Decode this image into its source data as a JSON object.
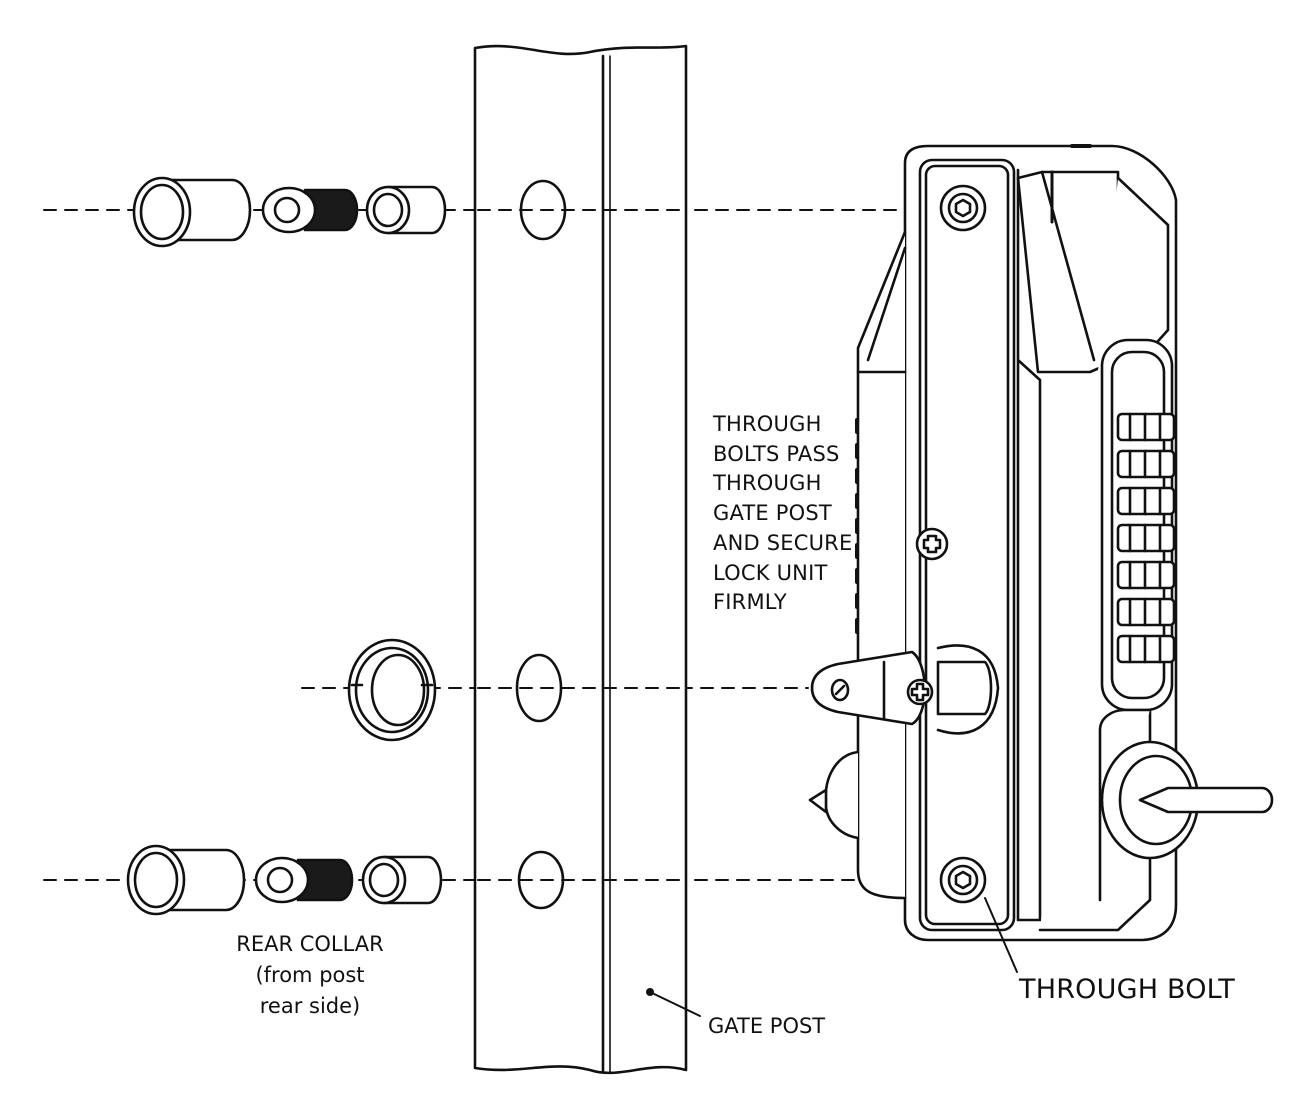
{
  "labels": {
    "note_lines": [
      "THROUGH",
      "BOLTS PASS",
      "THROUGH",
      "GATE POST",
      "AND SECURE",
      "LOCK UNIT",
      "FIRMLY"
    ],
    "rear_collar_lines": [
      "REAR COLLAR",
      "(from post",
      "rear side)"
    ],
    "gate_post": "GATE POST",
    "through_bolt": "THROUGH BOLT"
  },
  "colors": {
    "line": "#111111",
    "background": "#ffffff",
    "fill_dark": "#1a1a1a"
  }
}
